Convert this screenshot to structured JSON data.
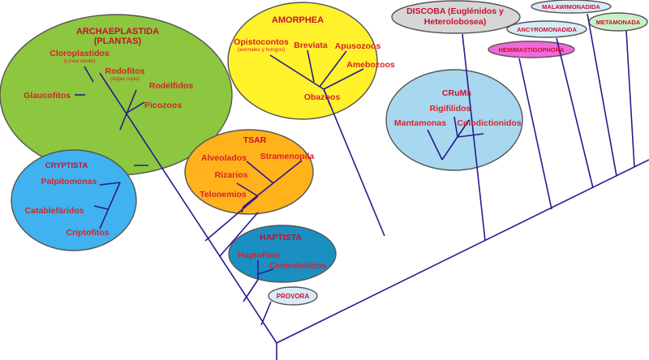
{
  "colors": {
    "archaeplastida": "#8dc63f",
    "amorphea": "#fff22a",
    "crums": "#a8d8f0",
    "cryptista": "#3fb2ef",
    "tsar": "#ffb21a",
    "haptista": "#1a8fc2",
    "provora": "#d7ebf7",
    "discoba": "#d6d6d6",
    "hemimastigophora": "#f06bd8",
    "metamonada": "#c8f0c8",
    "branch": "#2a1a8c",
    "text": "#d9222a"
  },
  "groups": {
    "archaeplastida": {
      "title1": "ARCHAEPLASTIDA",
      "title2": "(PLANTAS)",
      "cloroplastidos": "Cloroplastidos",
      "linea_verde": "(Línea verde)",
      "rodofitos": "Rodofitos",
      "algas_rojas": "(Algas rojas)",
      "rodelfidos": "Rodélfidos",
      "glaucofitos": "Glaucofitos",
      "picozoos": "Picozoos"
    },
    "amorphea": {
      "title": "AMORPHEA",
      "opistocontos": "Opistocontos",
      "animales_hongos": "(animales y hongos)",
      "breviata": "Breviata",
      "apusozoos": "Apusozoos",
      "amebozoos": "Amebozoos",
      "obazoos": "Obazoos"
    },
    "discoba": {
      "line1": "DISCOBA (Euglénidos y",
      "line2": "Heterolobosea)"
    },
    "malawimonadida": "MALAWIMONADIDA",
    "ancyromonadida": "ANCYROMONADIDA",
    "metamonada": "METAMONADA",
    "hemimastigophora": "HEMIMASTIGOPHORA",
    "crums": {
      "title": "CRuMs",
      "rigifilidos": "Rigifilidos",
      "mantamonas": "Mantamonas",
      "colodictionidos": "Colodictionidos"
    },
    "cryptista": {
      "title": "CRYPTISTA",
      "palpitomonas": "Palpitomonas",
      "catablefarido": "Catablefáridos",
      "criptofitos": "Criptofitos"
    },
    "tsar": {
      "title": "TSAR",
      "alveolados": "Alveolados",
      "stramenopila": "Stramenopila",
      "rizarios": "Rizarios",
      "telonemios": "Telonemios"
    },
    "haptista": {
      "title": "HAPTISTA",
      "haptofitos": "Haptofitos",
      "centrohelidos": "Centrohélidos"
    },
    "provora": "PROVORA"
  }
}
